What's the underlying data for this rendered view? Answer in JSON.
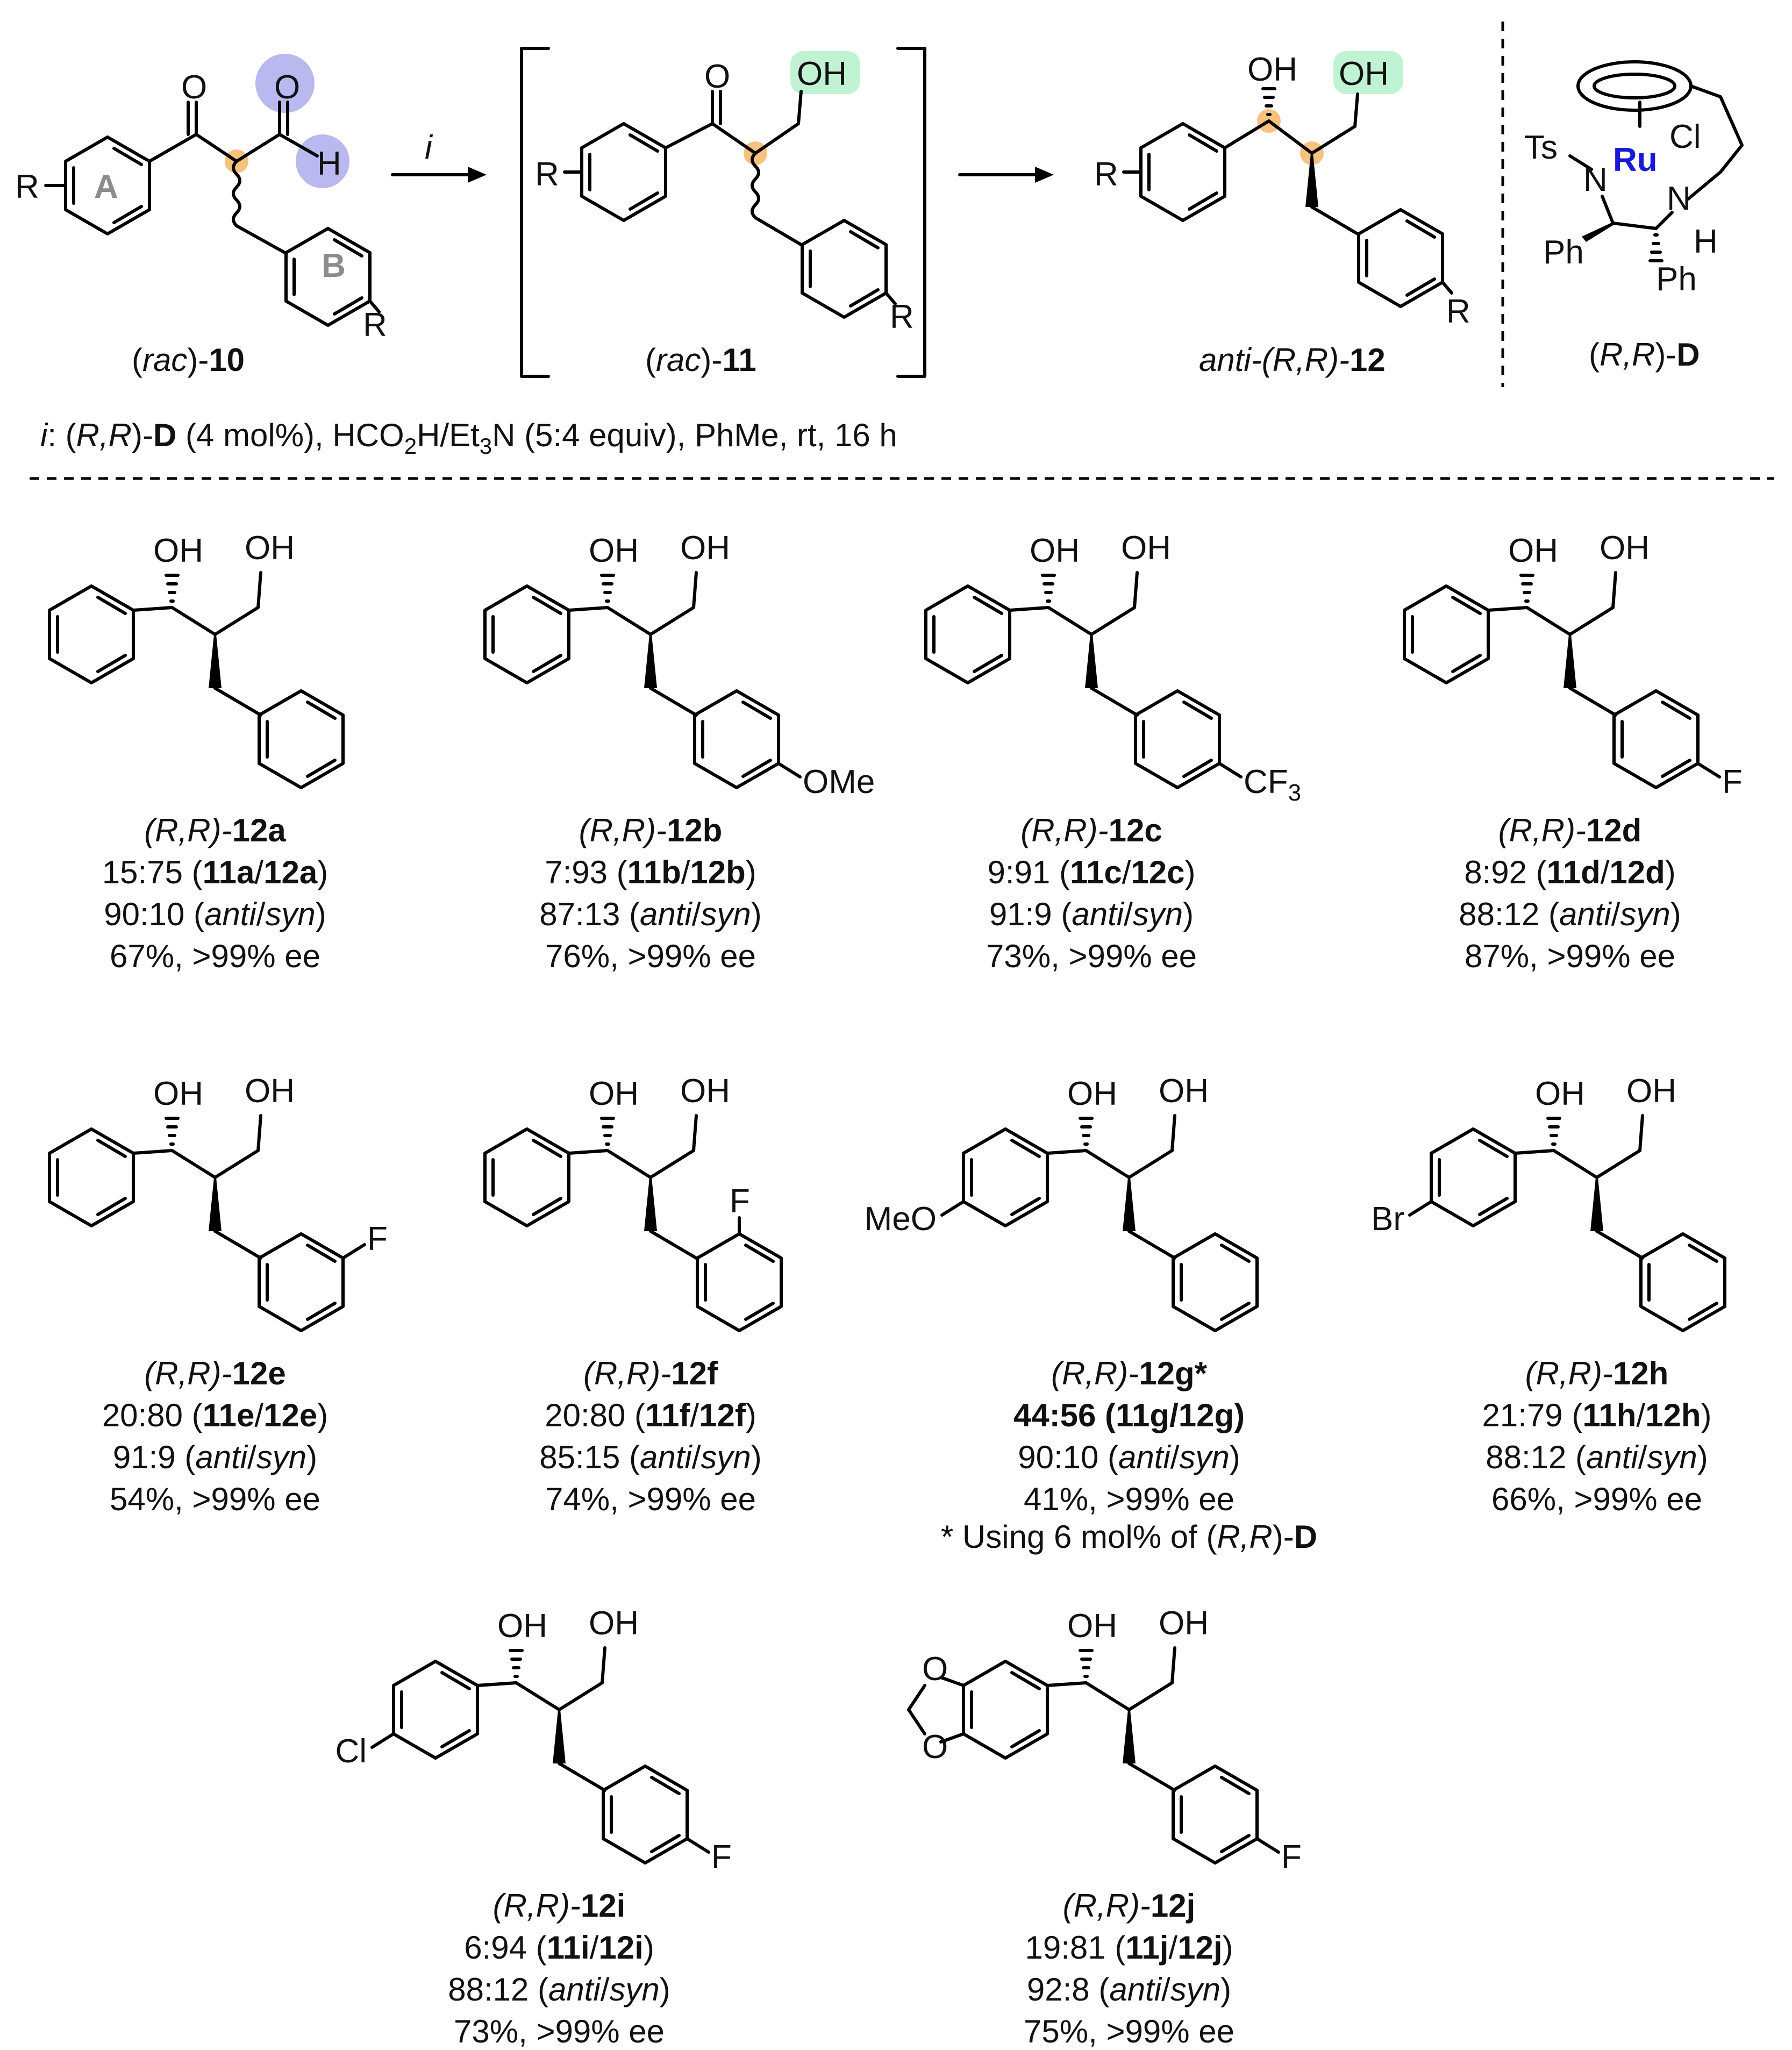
{
  "scheme": {
    "substrate": {
      "prefix": "(",
      "rac": "rac",
      "mid": ")-",
      "num": "10",
      "ring_a": "A",
      "ring_b": "B",
      "r": "R",
      "o1": "O",
      "o2": "O",
      "h": "H"
    },
    "arrow_reagent": "i",
    "intermediate": {
      "prefix": "(",
      "rac": "rac",
      "mid": ")-",
      "num": "11",
      "r": "R",
      "o": "O",
      "oh": "OH"
    },
    "product": {
      "label_italic": "anti-(R,R)-",
      "num": "12",
      "r": "R",
      "oh1": "OH",
      "oh2": "OH"
    },
    "catalyst": {
      "ts": "Ts",
      "ru": "Ru",
      "cl": "Cl",
      "n1": "N",
      "n2": "N",
      "h": "H",
      "ph1": "Ph",
      "ph2": "Ph",
      "label_open": "(",
      "label_rr": "R,R",
      "label_close": ")-",
      "label_bold": "D"
    },
    "conditions": {
      "i": "i",
      "t1": ": (",
      "rr": "R,R",
      "t2": ")-",
      "cat": "D",
      "t3": " (4 mol%), HCO",
      "s1": "2",
      "t4": "H/Et",
      "s2": "3",
      "t5": "N (5:4 equiv), PhMe, rt, 16 h"
    }
  },
  "oh": "OH",
  "compounds": [
    {
      "id": "12a",
      "ratio": "15:75",
      "pair": [
        "11a",
        "12a"
      ],
      "dr": "90:10",
      "yield": "67%, >99% ee",
      "sub": "OMe_none",
      "asub": ""
    },
    {
      "id": "12b",
      "ratio": "7:93",
      "pair": [
        "11b",
        "12b"
      ],
      "dr": "87:13",
      "yield": "76%, >99% ee",
      "bsub": "OMe"
    },
    {
      "id": "12c",
      "ratio": "9:91",
      "pair": [
        "11c",
        "12c"
      ],
      "dr": "91:9",
      "yield": "73%, >99% ee",
      "bsub": "CF",
      "bsub_sub": "3"
    },
    {
      "id": "12d",
      "ratio": "8:92",
      "pair": [
        "11d",
        "12d"
      ],
      "dr": "88:12",
      "yield": "87%, >99% ee",
      "bsub": "F"
    },
    {
      "id": "12e",
      "ratio": "20:80",
      "pair": [
        "11e",
        "12e"
      ],
      "dr": "91:9",
      "yield": "54%, >99% ee",
      "bsub": "F"
    },
    {
      "id": "12f",
      "ratio": "20:80",
      "pair": [
        "11f",
        "12f"
      ],
      "dr": "85:15",
      "yield": "74%, >99% ee",
      "bsub": "F"
    },
    {
      "id": "12g",
      "ratio": "44:56",
      "pair": [
        "11g",
        "12g"
      ],
      "dr": "90:10",
      "yield": "41%, >99% ee",
      "asub": "MeO",
      "star": "*"
    },
    {
      "id": "12h",
      "ratio": "21:79",
      "pair": [
        "11h",
        "12h"
      ],
      "dr": "88:12",
      "yield": "66%, >99% ee",
      "asub": "Br"
    },
    {
      "id": "12i",
      "ratio": "6:94",
      "pair": [
        "11i",
        "12i"
      ],
      "dr": "88:12",
      "yield": "73%, >99% ee",
      "asub": "Cl",
      "bsub": "F"
    },
    {
      "id": "12j",
      "ratio": "19:81",
      "pair": [
        "11j",
        "12j"
      ],
      "dr": "92:8",
      "yield": "75%, >99% ee",
      "bsub": "F",
      "o1": "O",
      "o2": "O"
    }
  ],
  "label_parts": {
    "rr": "(R,R)-",
    "anti": "anti",
    "slash": "/",
    "syn": "syn"
  },
  "footnote": {
    "t1": "* Using 6 mol% of (",
    "rr": "R,R",
    "t2": ")-",
    "cat": "D"
  }
}
